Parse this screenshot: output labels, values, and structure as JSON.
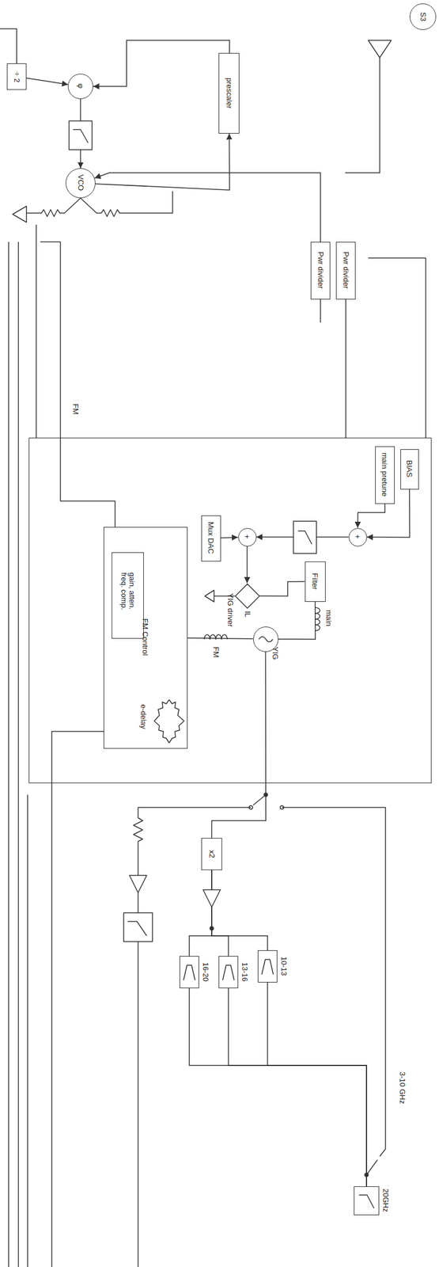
{
  "diagram": {
    "nodes": [
      {
        "text": [
          "S3"
        ]
      },
      {
        "text": [
          "÷2"
        ]
      },
      {
        "text": [
          "φ"
        ]
      },
      {
        "text": [
          "VCO"
        ]
      },
      {
        "text": [
          "prescaler"
        ]
      },
      {
        "text": [
          "Pwr divider"
        ]
      },
      {
        "text": [
          "Pwr divider"
        ]
      },
      {
        "text": [
          "YIG driver"
        ]
      },
      {
        "text": [
          "BIAS"
        ],
        "in": 7
      },
      {
        "text": [
          "main pretune"
        ],
        "in": 7
      },
      {
        "text": [
          "+"
        ],
        "in": 7
      },
      {
        "text": [
          "+"
        ],
        "in": 7
      },
      {
        "text": [
          "Mux DAC"
        ],
        "in": 7
      },
      {
        "text": [
          "Filter"
        ],
        "in": 7
      },
      {
        "text": [
          "IL"
        ],
        "in": 7
      },
      {
        "text": [
          "FM Control"
        ],
        "in": 7
      },
      {
        "text": [
          "gain, atten. freq. comp."
        ],
        "in": 15
      },
      {
        "text": [
          "YIG"
        ],
        "in": 7
      },
      {
        "text": [
          "x2"
        ]
      },
      {
        "text": [
          "10-13"
        ]
      },
      {
        "text": [
          "13-16"
        ]
      },
      {
        "text": [
          "16-20"
        ]
      },
      {
        "text": [
          "20GHz"
        ]
      }
    ],
    "edges": [
      {
        "from": 1,
        "to": 2,
        "arrow": "to"
      },
      {
        "from": 4,
        "to": 2,
        "arrow": "to"
      },
      {
        "from": 2,
        "to": 3,
        "arrow": "to"
      },
      {
        "from": 3,
        "to": 4,
        "arrow": "to"
      },
      {
        "from": 5,
        "to": 3,
        "arrow": "to"
      },
      {
        "from": 8,
        "to": 10,
        "arrow": "to"
      },
      {
        "from": 9,
        "to": 10,
        "arrow": "to"
      },
      {
        "from": 10,
        "to": 11,
        "arrow": "to"
      },
      {
        "from": 12,
        "to": 11,
        "arrow": "to"
      },
      {
        "from": 11,
        "to": 14,
        "arrow": "to"
      },
      {
        "from": 14,
        "to": 13,
        "arrow": "none"
      },
      {
        "from": 13,
        "to": 17,
        "arrow": "none"
      },
      {
        "from": 15,
        "to": 17,
        "arrow": "none"
      },
      {
        "from": 17,
        "to": 18,
        "arrow": "none"
      },
      {
        "from": 18,
        "to": 19,
        "arrow": "none"
      },
      {
        "from": 18,
        "to": 20,
        "arrow": "none"
      },
      {
        "from": 18,
        "to": 21,
        "arrow": "none"
      },
      {
        "from": 19,
        "to": 22,
        "arrow": "none"
      },
      {
        "from": 20,
        "to": 22,
        "arrow": "none"
      },
      {
        "from": 21,
        "to": 22,
        "arrow": "none"
      }
    ],
    "labels": [
      "FM",
      "main",
      "FM",
      "e-delay",
      "3-10 GHz"
    ]
  }
}
